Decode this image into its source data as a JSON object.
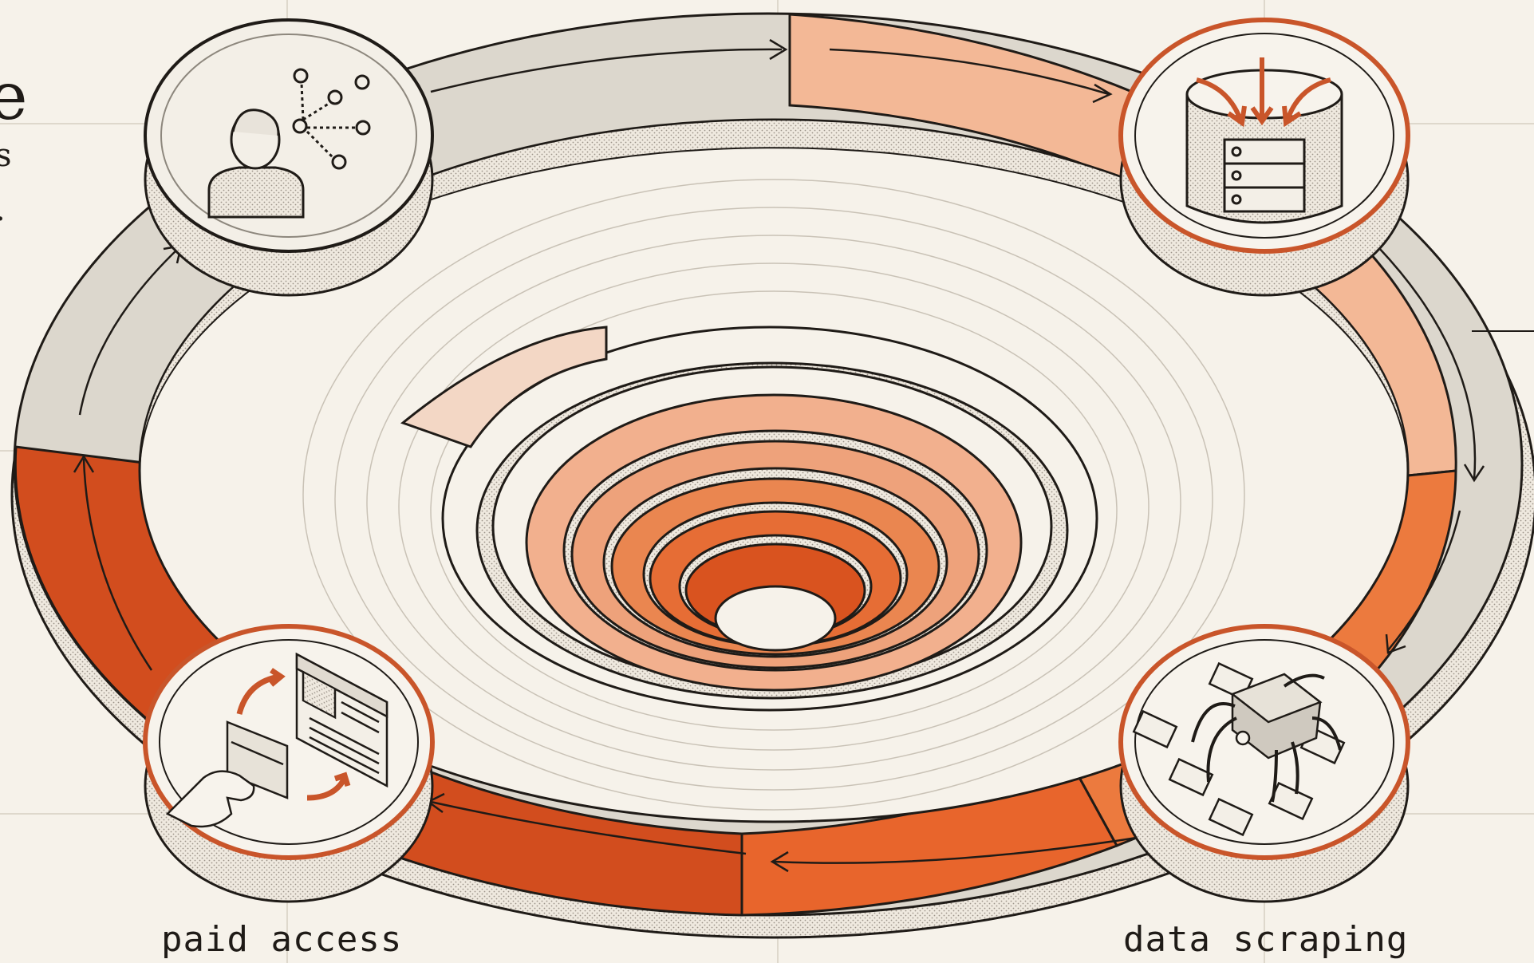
{
  "labels": {
    "paid_access": "paid access",
    "data_scraping": "data scraping"
  },
  "edge_text": {
    "line1": "e",
    "line2": "s",
    "line3": "."
  },
  "colors": {
    "background": "#f6f2ea",
    "ink": "#1f1b17",
    "grey_ring": "#dcd7cd",
    "orange_light": "#f3b896",
    "orange_mid": "#ee8c56",
    "orange": "#e8652c",
    "orange_dark": "#cf4a1c",
    "node_fill": "#f7f3ec",
    "shadow": "#cfc8bb"
  },
  "nodes": [
    {
      "id": "user-network",
      "icon": "user-network-icon"
    },
    {
      "id": "data-storage",
      "icon": "database-server-icon"
    },
    {
      "id": "data-scraping",
      "icon": "spider-bot-icon"
    },
    {
      "id": "paid-access",
      "icon": "card-payment-icon"
    }
  ]
}
